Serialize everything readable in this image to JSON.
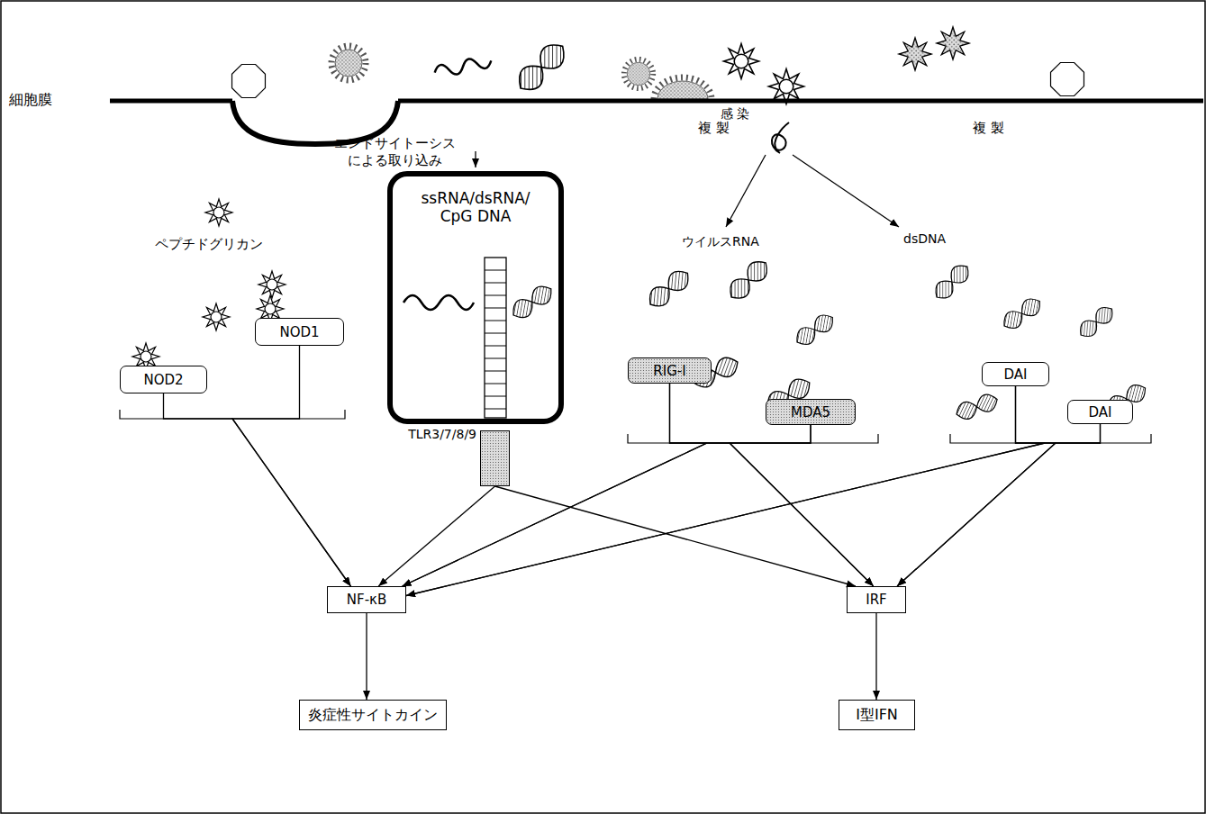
{
  "diagram": {
    "nodes": [
      {
        "text": [
          "NOD2"
        ]
      },
      {
        "text": [
          "NOD1"
        ]
      },
      {
        "text": [
          "ssRNA/dsRNA/ CpG DNA"
        ]
      },
      {
        "text": [
          "TLR3/7/8/9"
        ]
      },
      {
        "text": [
          "RIG-I"
        ]
      },
      {
        "text": [
          "MDA5"
        ]
      },
      {
        "text": [
          "DAI"
        ]
      },
      {
        "text": [
          "DAI"
        ]
      },
      {
        "text": [
          "NF-κB"
        ]
      },
      {
        "text": [
          "IRF"
        ]
      },
      {
        "text": [
          "炎症性サイトカイン"
        ]
      },
      {
        "text": [
          "I型IFN"
        ]
      }
    ],
    "edges": [
      {
        "from": 0,
        "to": 8,
        "arrow": "to"
      },
      {
        "from": 1,
        "to": 8,
        "arrow": "to"
      },
      {
        "from": 3,
        "to": 8,
        "arrow": "to"
      },
      {
        "from": 3,
        "to": 9,
        "arrow": "to"
      },
      {
        "from": 4,
        "to": 8,
        "arrow": "to"
      },
      {
        "from": 5,
        "to": 8,
        "arrow": "to"
      },
      {
        "from": 4,
        "to": 9,
        "arrow": "to"
      },
      {
        "from": 5,
        "to": 9,
        "arrow": "to"
      },
      {
        "from": 6,
        "to": 8,
        "arrow": "to"
      },
      {
        "from": 7,
        "to": 8,
        "arrow": "to"
      },
      {
        "from": 6,
        "to": 9,
        "arrow": "to"
      },
      {
        "from": 7,
        "to": 9,
        "arrow": "to"
      },
      {
        "from": 8,
        "to": 10,
        "arrow": "to"
      },
      {
        "from": 9,
        "to": 11,
        "arrow": "to"
      }
    ],
    "labels": [
      "細胞膜",
      "エンドサイトーシス による取り込み",
      "ペプチドグリカン",
      "複 製",
      "複 製",
      "ウイルスRNA",
      "dsDNA",
      "感 染"
    ]
  }
}
